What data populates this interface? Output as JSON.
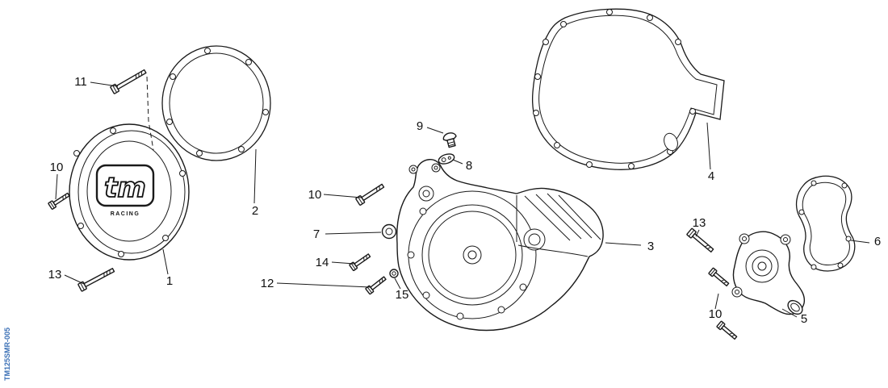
{
  "diagram": {
    "watermark": "TM125SMR-005",
    "logo": {
      "brand": "tm",
      "sub": "RACING"
    },
    "callouts": {
      "c11": "11",
      "c10_left": "10",
      "c13_left": "13",
      "c1": "1",
      "c2": "2",
      "c9": "9",
      "c8": "8",
      "c10_center": "10",
      "c7": "7",
      "c14": "14",
      "c12": "12",
      "c15": "15",
      "c3": "3",
      "c4": "4",
      "c13_right": "13",
      "c6": "6",
      "c5": "5",
      "c10_right": "10"
    }
  }
}
